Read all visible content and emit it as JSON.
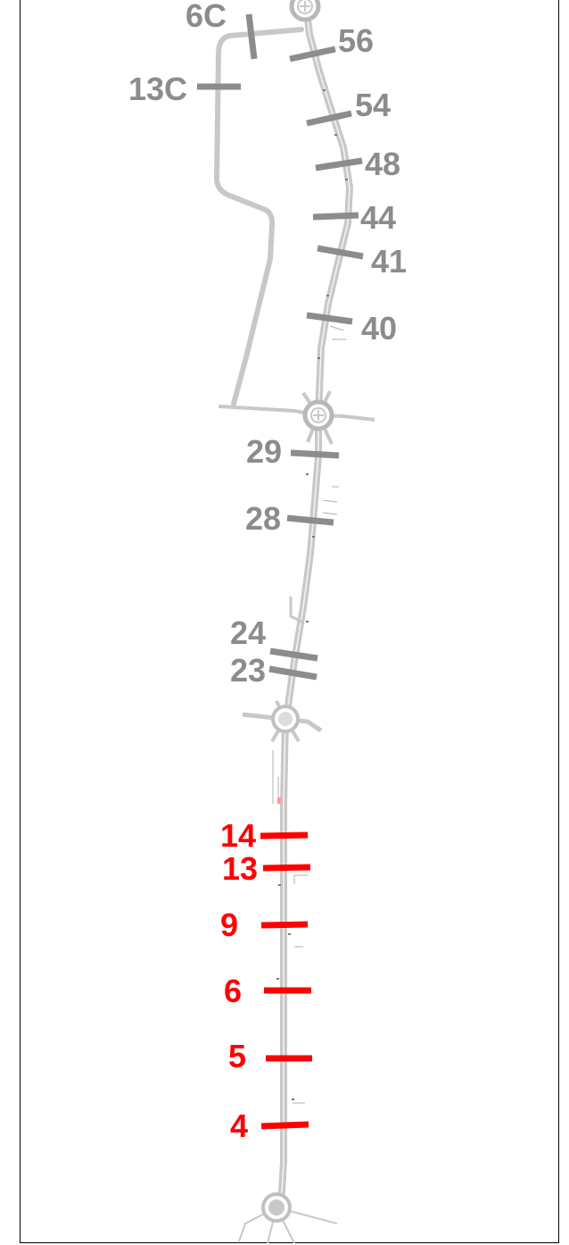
{
  "map": {
    "colors": {
      "road": "#c8c8c8",
      "road_edge": "#9a9a9a",
      "existing_marker": "#8c8c8c",
      "proposed_marker": "#ff0000",
      "frame": "#000000"
    },
    "existing_markers": [
      {
        "label": "6C"
      },
      {
        "label": "56"
      },
      {
        "label": "13C"
      },
      {
        "label": "54"
      },
      {
        "label": "48"
      },
      {
        "label": "44"
      },
      {
        "label": "41"
      },
      {
        "label": "40"
      },
      {
        "label": "29"
      },
      {
        "label": "28"
      },
      {
        "label": "24"
      },
      {
        "label": "23"
      }
    ],
    "proposed_markers": [
      {
        "label": "14"
      },
      {
        "label": "13"
      },
      {
        "label": "9"
      },
      {
        "label": "6"
      },
      {
        "label": "5"
      },
      {
        "label": "4"
      }
    ],
    "roundabout_icon": "roundabout-plus-icon"
  }
}
